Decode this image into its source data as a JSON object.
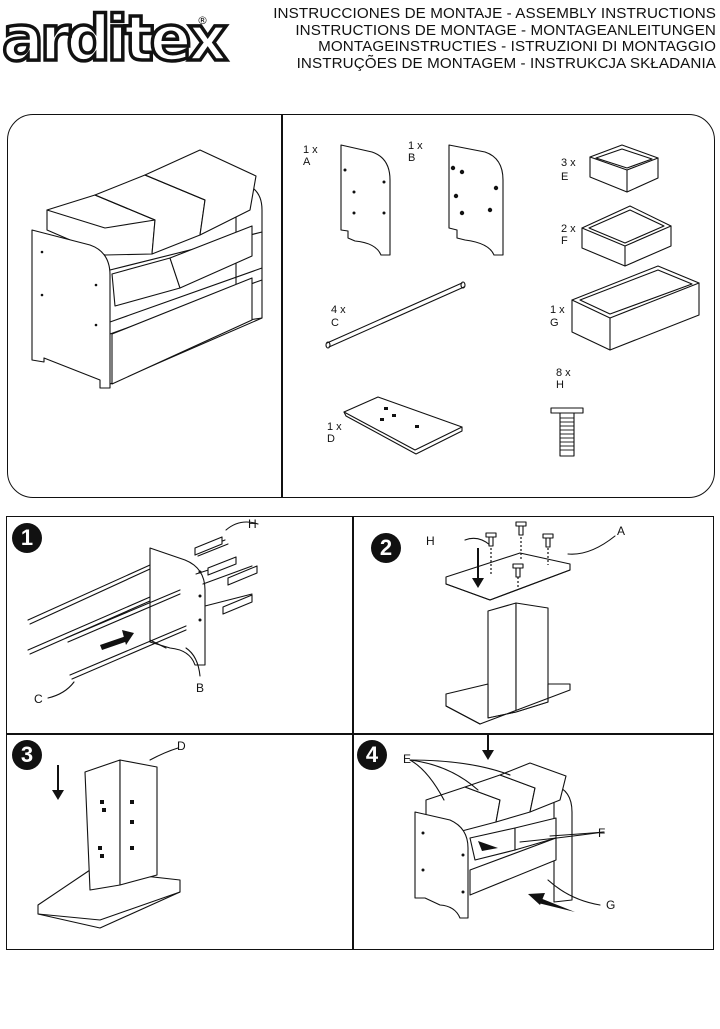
{
  "brand": {
    "name": "arditex",
    "registered": "®"
  },
  "title_lines": [
    "INSTRUCCIONES DE MONTAJE - ASSEMBLY INSTRUCTIONS",
    "INSTRUCTIONS DE MONTAGE - MONTAGEANLEITUNGEN",
    "MONTAGEINSTRUCTIES - ISTRUZIONI DI MONTAGGIO",
    "INSTRUÇÕES DE MONTAGEM - INSTRUKCJA SKŁADANIA"
  ],
  "parts": [
    {
      "qty": "1 x",
      "code": "A"
    },
    {
      "qty": "1 x",
      "code": "B"
    },
    {
      "qty": "3 x",
      "code": "E"
    },
    {
      "qty": "2 x",
      "code": "F"
    },
    {
      "qty": "4 x",
      "code": "C"
    },
    {
      "qty": "1 x",
      "code": "G"
    },
    {
      "qty": "8 x",
      "code": "H"
    },
    {
      "qty": "1 x",
      "code": "D"
    }
  ],
  "steps": [
    {
      "number": "1",
      "labels": [
        "H",
        "C",
        "B"
      ]
    },
    {
      "number": "2",
      "labels": [
        "H",
        "A"
      ]
    },
    {
      "number": "3",
      "labels": [
        "D"
      ]
    },
    {
      "number": "4",
      "labels": [
        "E",
        "F",
        "G"
      ]
    }
  ]
}
